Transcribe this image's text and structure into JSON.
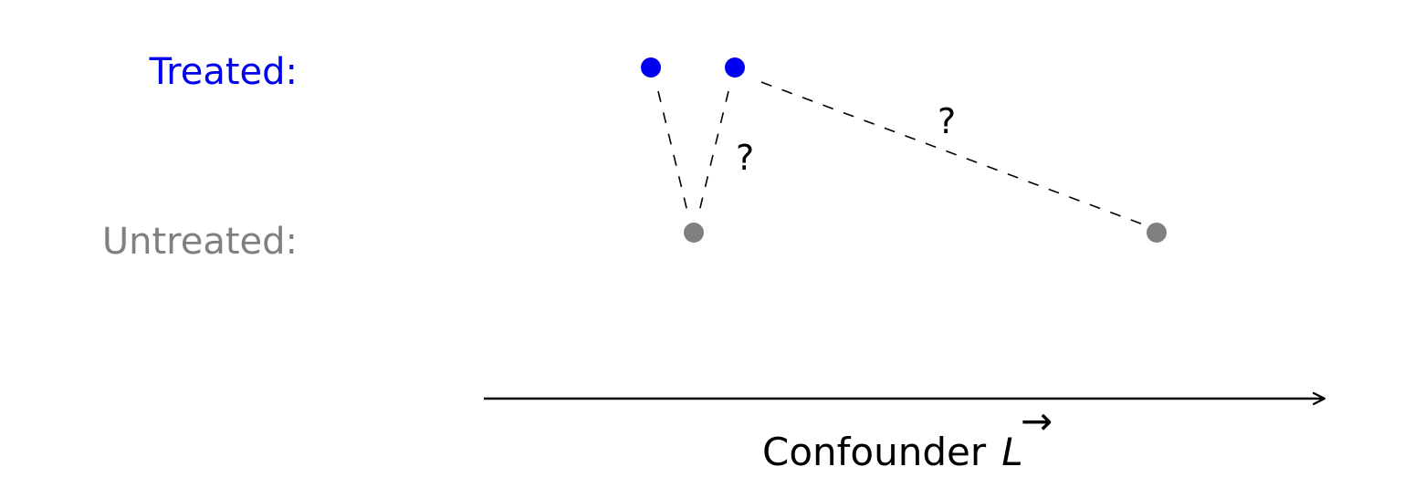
{
  "labels": {
    "treated": "Treated:",
    "untreated": "Untreated:",
    "match_mark": "?"
  },
  "axis": {
    "label": "Confounder",
    "variable": "L",
    "vector_arrow": "→"
  },
  "colors": {
    "treated": "#0000ee",
    "untreated": "#808080",
    "ink": "#000000"
  }
}
